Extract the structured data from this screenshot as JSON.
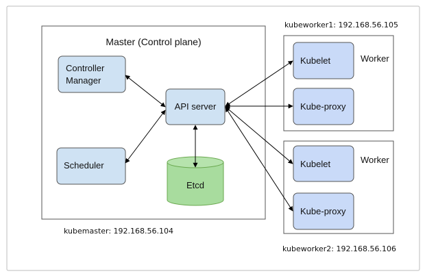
{
  "diagram": {
    "master": {
      "title": "Master (Control plane)",
      "host_label": "kubemaster: 192.168.56.104",
      "components": {
        "controller_manager_line1": "Controller",
        "controller_manager_line2": "Manager",
        "scheduler": "Scheduler",
        "api_server": "API server",
        "etcd": "Etcd"
      }
    },
    "worker1": {
      "host_label": "kubeworker1: 192.168.56.105",
      "title": "Worker",
      "kubelet": "Kubelet",
      "kube_proxy": "Kube-proxy"
    },
    "worker2": {
      "host_label": "kubeworker2: 192.168.56.106",
      "title": "Worker",
      "kubelet": "Kubelet",
      "kube_proxy": "Kube-proxy"
    },
    "colors": {
      "component_fill": "#cfe2f3",
      "worker_component_fill": "#c9daf8",
      "etcd_fill": "#a8dc9e",
      "etcd_top": "#b6e3ad",
      "etcd_stroke": "#6aa84f",
      "border": "#666666",
      "frame": "#bcbcbc"
    }
  }
}
